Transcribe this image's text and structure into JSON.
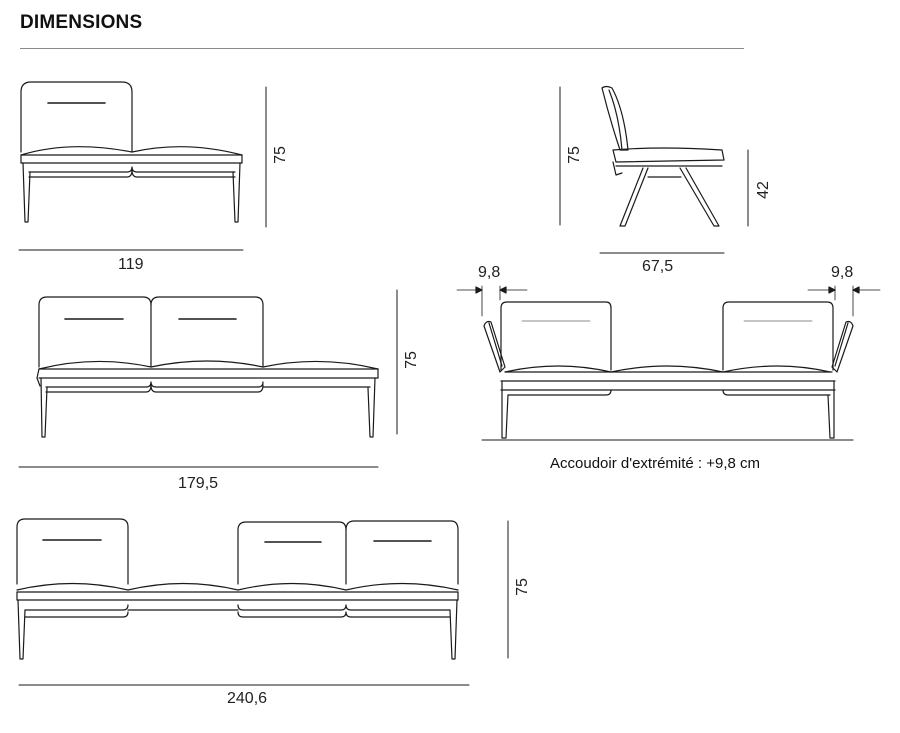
{
  "header": {
    "title": "DIMENSIONS"
  },
  "drawings": [
    {
      "name": "bench-2-seat-1-back",
      "width_label": "119",
      "height_label": "75"
    },
    {
      "name": "side-view",
      "depth_label": "67,5",
      "height_label": "75",
      "seat_height_label": "42"
    },
    {
      "name": "bench-3-seat-2-backs",
      "width_label": "179,5",
      "height_label": "75"
    },
    {
      "name": "bench-with-armrests",
      "left_armrest_label": "9,8",
      "right_armrest_label": "9,8",
      "note": "Accoudoir d'extrémité : +9,8 cm"
    },
    {
      "name": "bench-4-seat-3-backs",
      "width_label": "240,6",
      "height_label": "75"
    }
  ],
  "colors": {
    "line": "#1a1a1a",
    "rule": "#8a8a8a",
    "background": "#ffffff"
  }
}
